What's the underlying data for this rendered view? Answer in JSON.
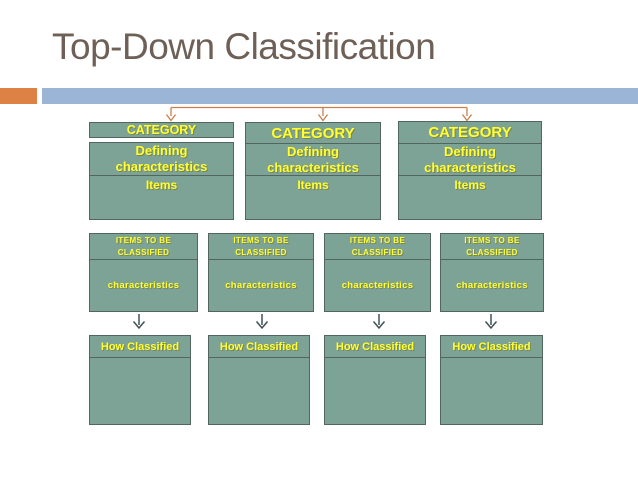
{
  "slide": {
    "title": "Top-Down Classification"
  },
  "colors": {
    "accent_orange": "#DD8144",
    "accent_blue": "#9AB5D5",
    "box_fill": "#7DA396",
    "box_border": "#52655E",
    "label_yellow": "#FFFF33",
    "connector_orange": "#C9804B",
    "arrow_dark": "#3F5156",
    "title_color": "#6F6057"
  },
  "diagram": {
    "categories": [
      {
        "title": "CATEGORY",
        "defining": "Defining\ncharacteristics",
        "items": "Items"
      },
      {
        "title": "CATEGORY",
        "defining": "Defining\ncharacteristics",
        "items": "Items"
      },
      {
        "title": "CATEGORY",
        "defining": "Defining\ncharacteristics",
        "items": "Items"
      }
    ],
    "items_to_classify": [
      {
        "header": "ITEMS TO BE\nCLASSIFIED",
        "body": "characteristics"
      },
      {
        "header": "ITEMS TO BE\nCLASSIFIED",
        "body": "characteristics"
      },
      {
        "header": "ITEMS TO BE\nCLASSIFIED",
        "body": "characteristics"
      },
      {
        "header": "ITEMS TO BE\nCLASSIFIED",
        "body": "characteristics"
      }
    ],
    "how_classified": [
      {
        "header": "How Classified"
      },
      {
        "header": "How Classified"
      },
      {
        "header": "How Classified"
      },
      {
        "header": "How Classified"
      }
    ]
  }
}
